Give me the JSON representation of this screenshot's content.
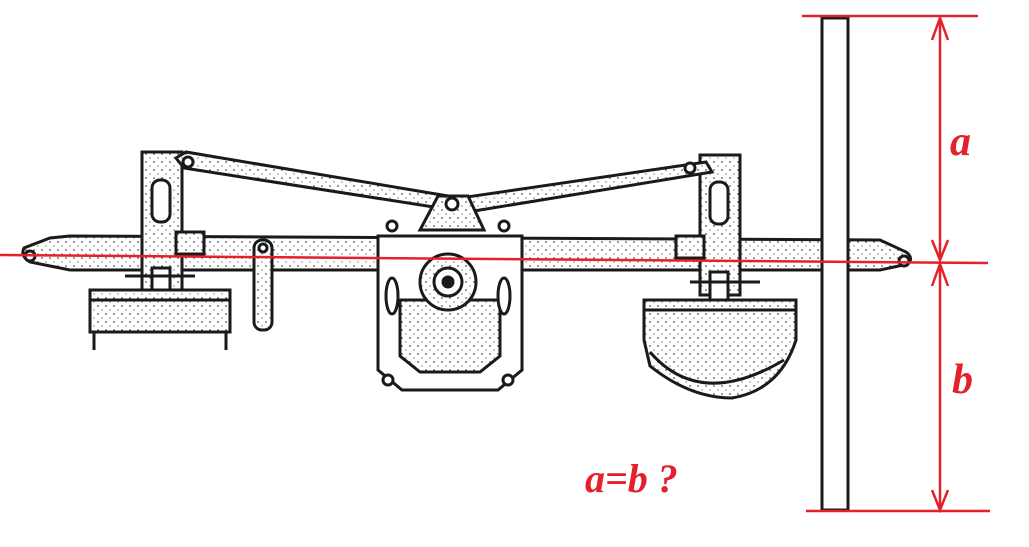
{
  "labels": {
    "a": "a",
    "b": "b",
    "question": "a=b ?"
  },
  "colors": {
    "annotation": "#e4202a",
    "ink": "#1a1a1a",
    "hatch": "#555555",
    "background": "#ffffff"
  }
}
